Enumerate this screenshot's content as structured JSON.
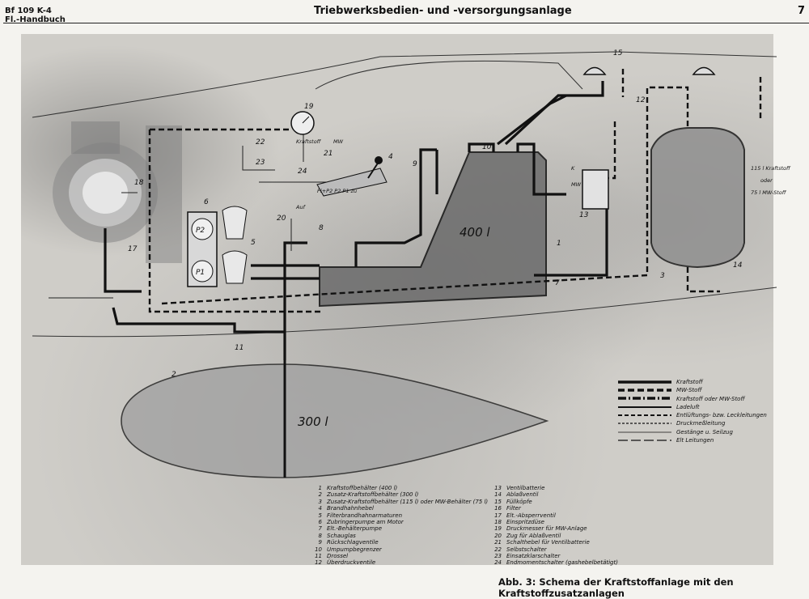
{
  "header": {
    "model": "Bf 109 K-4",
    "handbook": "Fl.-Handbuch",
    "title": "Triebwerksbedien- und -versorgungsanlage",
    "page": "7"
  },
  "tank_labels": {
    "main": "400 l",
    "drop": "300 l",
    "aux_1": "115 l Kraftstoff",
    "aux_or": "oder",
    "aux_2": "75 l MW-Stoff",
    "gauge_p2": "P2",
    "gauge_p1": "P1",
    "mw": "MW",
    "k": "K",
    "kraftstoff": "Kraftstoff",
    "mw_small": "MW",
    "lever_scale": "Pi+P2   P2   P1   zu",
    "auf": "Auf"
  },
  "callouts": [
    "1",
    "2",
    "3",
    "4",
    "5",
    "6",
    "7",
    "8",
    "9",
    "10",
    "11",
    "12",
    "13",
    "14",
    "15",
    "17",
    "18",
    "19",
    "20",
    "21",
    "22",
    "23",
    "24"
  ],
  "legend": [
    {
      "label": "Kraftstoff",
      "style": "solid-thick"
    },
    {
      "label": "MW-Stoff",
      "style": "dash-thick"
    },
    {
      "label": "Kraftstoff oder MW-Stoff",
      "style": "dash-dot-thick"
    },
    {
      "label": "Ladeluft",
      "style": "solid-medium"
    },
    {
      "label": "Entlüftungs- bzw. Leckleitungen",
      "style": "dash-medium"
    },
    {
      "label": "Druckmeßleitung",
      "style": "dash-fine"
    },
    {
      "label": "Gestänge u. Seilzug",
      "style": "solid-thin"
    },
    {
      "label": "Elt Leitungen",
      "style": "long-dash"
    }
  ],
  "parts_left": [
    {
      "n": "1",
      "t": "Kraftstoffbehälter (400 l)"
    },
    {
      "n": "2",
      "t": "Zusatz-Kraftstoffbehälter (300 l)"
    },
    {
      "n": "3",
      "t": "Zusatz-Kraftstoffbehälter (115 l) oder MW-Behälter (75 l)"
    },
    {
      "n": "4",
      "t": "Brandhahnhebel"
    },
    {
      "n": "5",
      "t": "Filterbrandhahnarmaturen"
    },
    {
      "n": "6",
      "t": "Zubringerpumpe am Motor"
    },
    {
      "n": "7",
      "t": "Elt.-Behälterpumpe"
    },
    {
      "n": "8",
      "t": "Schauglas"
    },
    {
      "n": "9",
      "t": "Rückschlagventile"
    },
    {
      "n": "10",
      "t": "Umpumpbegrenzer"
    },
    {
      "n": "11",
      "t": "Drossel"
    },
    {
      "n": "12",
      "t": "Überdruckventile"
    }
  ],
  "parts_right": [
    {
      "n": "13",
      "t": "Ventilbatterie"
    },
    {
      "n": "14",
      "t": "Ablaßventil"
    },
    {
      "n": "15",
      "t": "Füllköpfe"
    },
    {
      "n": "16",
      "t": "Filter"
    },
    {
      "n": "17",
      "t": "Elt.-Absperrventil"
    },
    {
      "n": "18",
      "t": "Einspritzdüse"
    },
    {
      "n": "19",
      "t": "Druckmesser für MW-Anlage"
    },
    {
      "n": "20",
      "t": "Zug für Ablaßventil"
    },
    {
      "n": "21",
      "t": "Schalthebel für Ventilbatterie"
    },
    {
      "n": "22",
      "t": "Selbstschalter"
    },
    {
      "n": "23",
      "t": "Einsatzklarschalter"
    },
    {
      "n": "24",
      "t": "Endmomentschalter (gashebelbetätigt)"
    }
  ],
  "caption": "Abb. 3: Schema der Kraftstoffanlage mit den Kraftstoffzusatzanlagen"
}
